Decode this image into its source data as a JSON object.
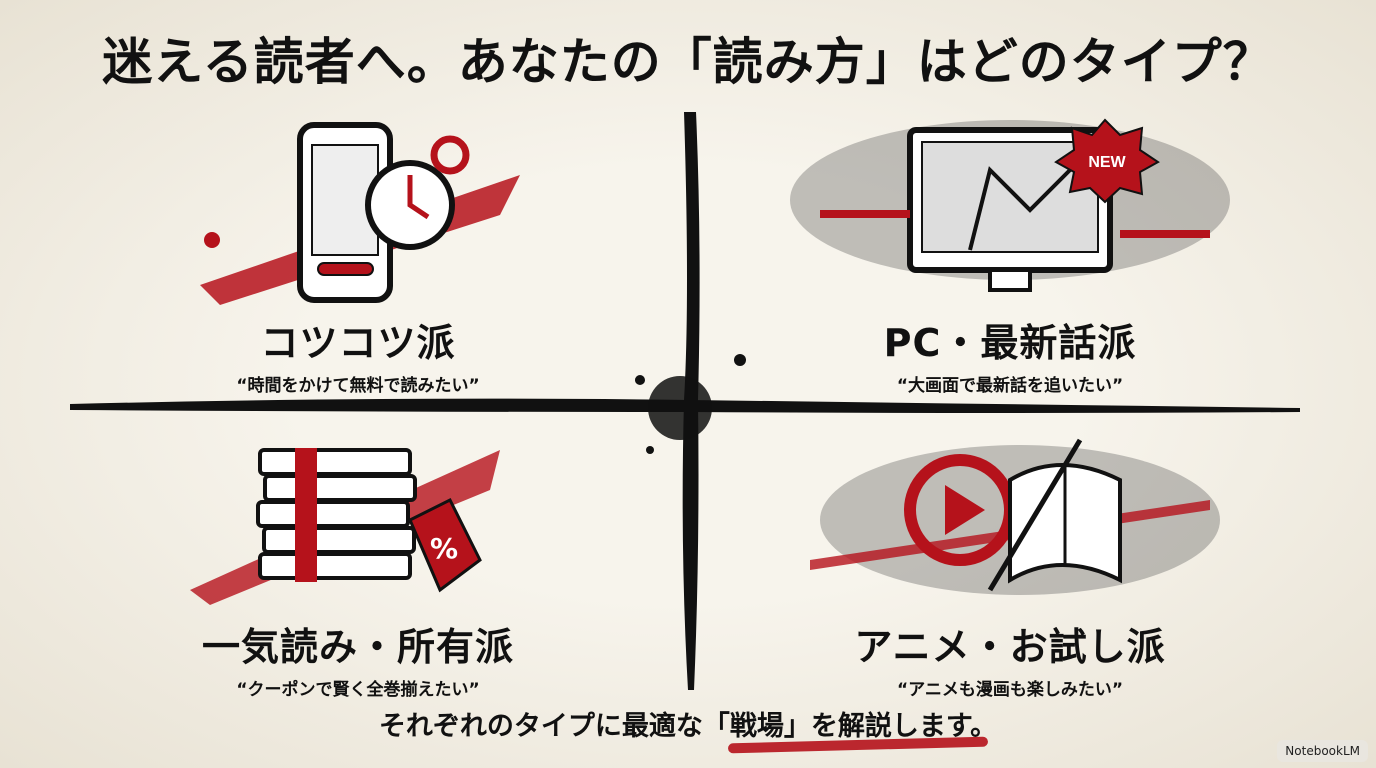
{
  "title": "迷える読者へ。あなたの「読み方」はどのタイプ？",
  "quadrants": [
    {
      "heading": "コツコツ派",
      "quote": "“時間をかけて無料で読みたい”",
      "icon": "phone-clock-icon"
    },
    {
      "heading": "PC・最新話派",
      "quote": "“大画面で最新話を追いたい”",
      "icon": "monitor-manga-icon",
      "badge": "NEW"
    },
    {
      "heading": "一気読み・所有派",
      "quote": "“クーポンで賢く全巻揃えたい”",
      "icon": "book-stack-tag-icon",
      "tag": "%"
    },
    {
      "heading": "アニメ・お試し派",
      "quote": "“アニメも漫画も楽しみたい”",
      "icon": "play-book-icon"
    }
  ],
  "footer": "それぞれのタイプに最適な「戦場」を解説します。",
  "watermark": "NotebookLM",
  "colors": {
    "accent": "#b5121b",
    "ink": "#111111",
    "paper": "#f3efe6"
  }
}
